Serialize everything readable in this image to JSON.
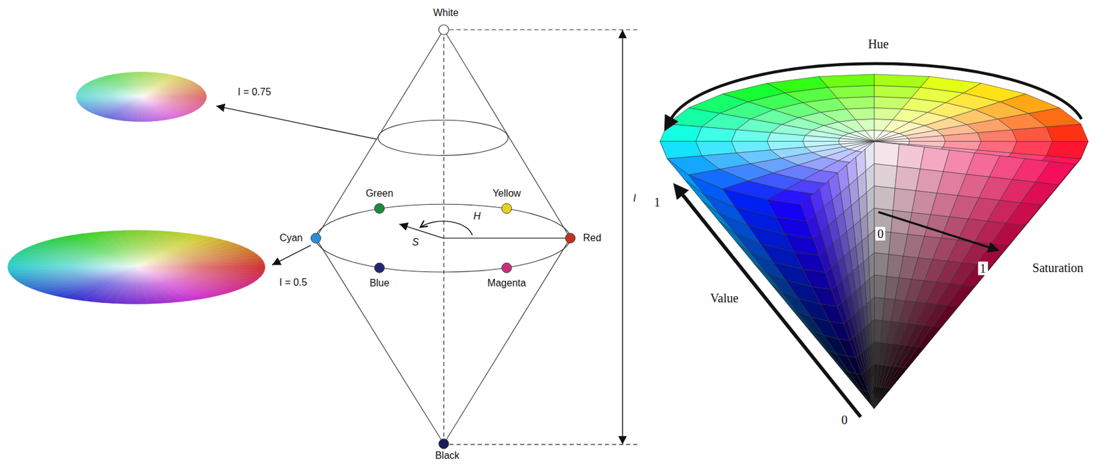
{
  "diagram": {
    "labels": [
      "White",
      "Hue",
      "I = 0.75",
      "Green",
      "Yellow",
      "H",
      "I",
      "1",
      "Cyan",
      "S",
      "Red",
      "0",
      "1",
      "Saturation",
      "I = 0.5",
      "Blue",
      "Magenta",
      "Value",
      "0",
      "Black"
    ]
  }
}
